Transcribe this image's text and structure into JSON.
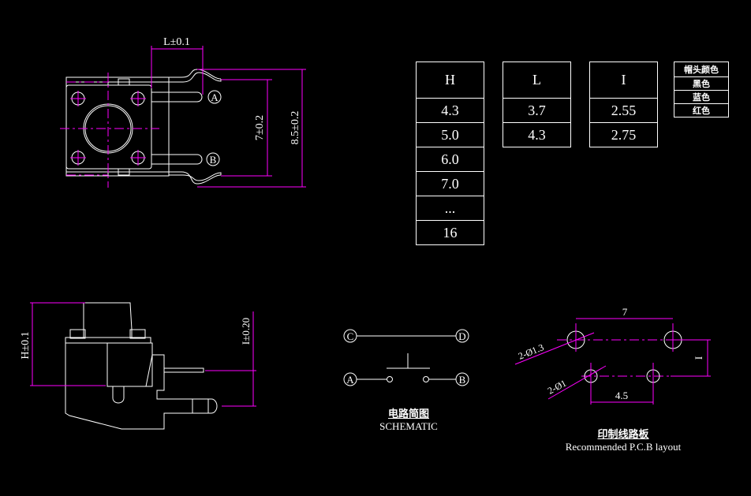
{
  "top_view": {
    "dim_L": "L±0.1",
    "dim_7": "7±0.2",
    "dim_85": "8.5±0.2",
    "pin_a": "A",
    "pin_b": "B"
  },
  "side_view": {
    "dim_H": "H±0.1",
    "dim_I": "I±0.20"
  },
  "tables": {
    "H": {
      "header": "H",
      "rows": [
        "4.3",
        "5.0",
        "6.0",
        "7.0",
        "...",
        "16"
      ]
    },
    "L": {
      "header": "L",
      "rows": [
        "3.7",
        "4.3"
      ]
    },
    "I": {
      "header": "I",
      "rows": [
        "2.55",
        "2.75"
      ]
    },
    "cap_color": {
      "header": "帽头颜色",
      "rows": [
        "黑色",
        "蓝色",
        "红色"
      ]
    }
  },
  "schematic": {
    "pins": [
      "C",
      "D",
      "A",
      "B"
    ],
    "title_cn": "电路简图",
    "title_en": "SCHEMATIC"
  },
  "pcb_layout": {
    "dim_top": "7",
    "dim_bottom": "4.5",
    "dim_side": "I",
    "hole_large": "2-Ø1.3",
    "hole_small": "2-Ø1",
    "title_cn": "印制线路板",
    "title_en": "Recommended P.C.B layout"
  },
  "colors": {
    "line": "#ffffff",
    "dimension": "#ff00ff",
    "background": "#000000"
  }
}
